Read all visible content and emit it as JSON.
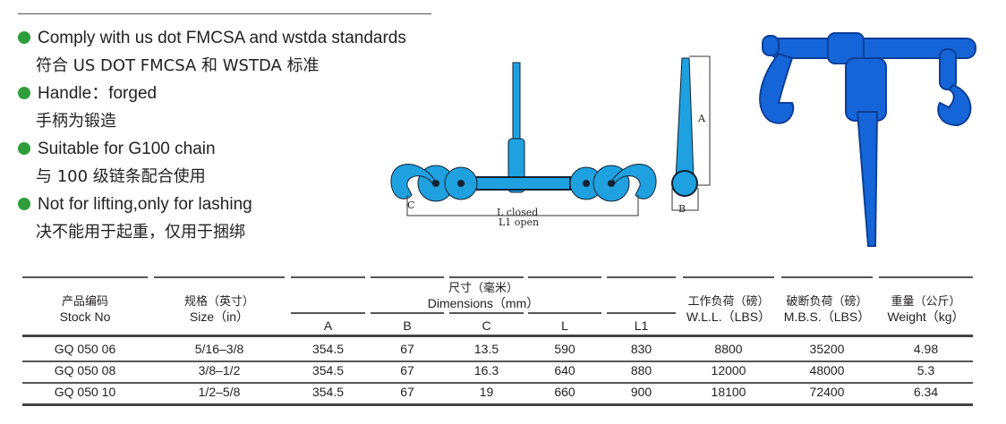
{
  "features": [
    {
      "en": "Comply with us dot FMCSA and wstda standards",
      "cn": "符合 US DOT FMCSA 和 WSTDA 标准"
    },
    {
      "en": "Handle：forged",
      "cn": "手柄为锻造"
    },
    {
      "en": "Suitable for G100 chain",
      "cn": "与 100 级链条配合使用"
    },
    {
      "en": "Not for lifting,only for lashing",
      "cn": "决不能用于起重，仅用于捆绑"
    }
  ],
  "diagram": {
    "l_closed": "L closed",
    "l1_open": "L1 open",
    "c": "C",
    "a": "A",
    "b": "B"
  },
  "table": {
    "headers": {
      "stock_cn": "产品编码",
      "stock_en": "Stock No",
      "size_cn": "规格（英寸）",
      "size_en": "Size（in）",
      "dim_cn": "尺寸（毫米）",
      "dim_en": "Dimensions（mm）",
      "dims": [
        "A",
        "B",
        "C",
        "L",
        "L1"
      ],
      "wll_cn": "工作负荷（磅）",
      "wll_en": "W.L.L.（LBS）",
      "mbs_cn": "破断负荷（磅）",
      "mbs_en": "M.B.S.（LBS）",
      "wt_cn": "重量（公斤）",
      "wt_en": "Weight（kg）"
    },
    "rows": [
      [
        "GQ 050 06",
        "5/16–3/8",
        "354.5",
        "67",
        "13.5",
        "590",
        "830",
        "8800",
        "35200",
        "4.98"
      ],
      [
        "GQ 050 08",
        "3/8–1/2",
        "354.5",
        "67",
        "16.3",
        "640",
        "880",
        "12000",
        "48000",
        "5.3"
      ],
      [
        "GQ 050 10",
        "1/2–5/8",
        "354.5",
        "67",
        "19",
        "660",
        "900",
        "18100",
        "72400",
        "6.34"
      ]
    ]
  },
  "colors": {
    "bullet": "#2e9e3a",
    "diagram_blue": "#1fa0df",
    "product_blue": "#1565d8"
  }
}
